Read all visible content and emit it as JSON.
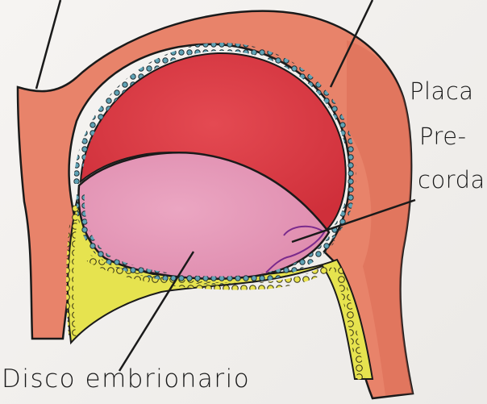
{
  "labels": {
    "placa": "Placa",
    "pre": "Pre-",
    "cordal": "cordal",
    "disco": "Disco embrionario"
  },
  "colors": {
    "background": "#f3f1ef",
    "outer_wall": "#e8836a",
    "amniotic_cavity": "#de3f4a",
    "embryonic_disc": "#e79ab8",
    "yolk_sac": "#e6e34f",
    "cell_layer": "#5fa3b6",
    "prechordal_outline": "#7a2a8c",
    "ink": "#1a1a1a"
  }
}
